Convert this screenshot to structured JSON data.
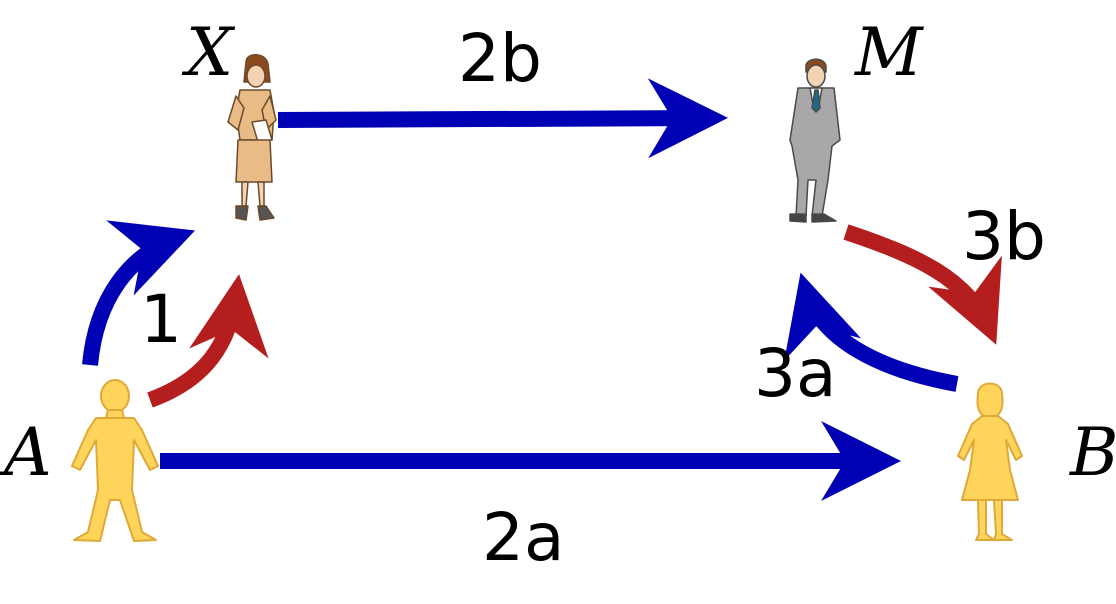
{
  "nodes": {
    "a": "A",
    "b": "B",
    "x": "X",
    "m": "M"
  },
  "edges": {
    "e1": "1",
    "e2a": "2a",
    "e2b": "2b",
    "e3a": "3a",
    "e3b": "3b"
  },
  "colors": {
    "blue_arrow": "#0000b4",
    "red_arrow": "#b41e1e",
    "figure_yellow": "#ffd45a",
    "figure_yellow_stroke": "#e0a838",
    "suit_gray": "#a8a8a8",
    "dress_tan": "#e9bb86"
  }
}
